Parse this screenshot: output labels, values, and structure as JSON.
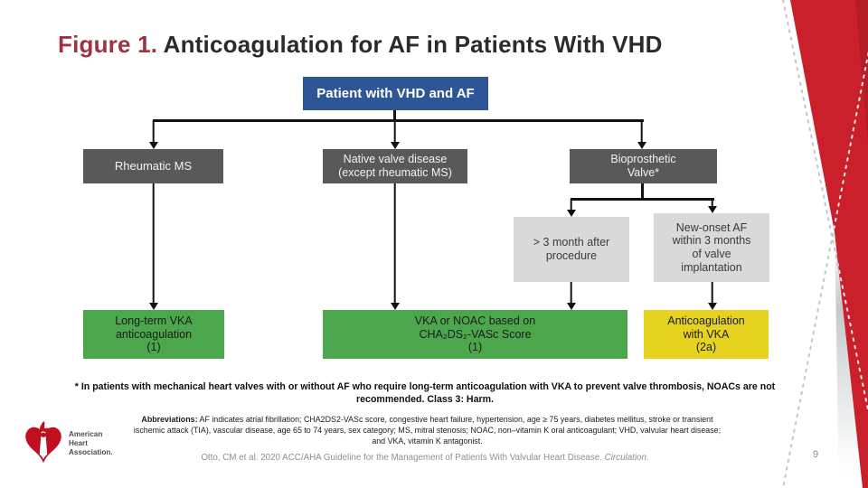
{
  "slide": {
    "title_prefix": "Figure 1.",
    "title_text": " Anticoagulation for AF in Patients With VHD",
    "page_number": "9",
    "footnote": "* In patients with mechanical heart valves with or without AF who require long-term anticoagulation with VKA to prevent valve thrombosis, NOACs are not recommended. Class 3: Harm.",
    "abbreviations_label": "Abbreviations:",
    "abbreviations_text": " AF indicates atrial fibrillation; CHA2DS2-VASc score, congestive heart failure, hypertension, age ≥ 75 years, diabetes mellitus, stroke or transient ischemic attack (TIA), vascular disease, age 65 to 74 years, sex category; MS, mitral stenosis; NOAC, non–vitamin K oral anticoagulant; VHD, valvular heart disease; and VKA, vitamin K antagonist.",
    "citation_text": "Otto, CM et al. 2020 ACC/AHA Guideline for the Management of Patients With Valvular Heart Disease. ",
    "citation_journal": "Circulation.",
    "logo": {
      "line1": "American",
      "line2": "Heart",
      "line3": "Association."
    }
  },
  "flowchart": {
    "root": {
      "label": "Patient with VHD and AF"
    },
    "rheumatic": {
      "label": "Rheumatic MS"
    },
    "native": {
      "line1": "Native valve disease",
      "line2": "(except rheumatic MS)"
    },
    "bioprosthetic": {
      "line1": "Bioprosthetic",
      "line2": "Valve*"
    },
    "month3": {
      "line1": "> 3 month after",
      "line2": "procedure"
    },
    "newonset": {
      "line1": "New-onset AF",
      "line2": "within 3 months",
      "line3": "of valve",
      "line4": "implantation"
    },
    "vka_longterm": {
      "line1": "Long-term VKA",
      "line2": "anticoagulation",
      "line3": "(1)"
    },
    "vka_noac": {
      "line1": "VKA or NOAC based on",
      "line2": "CHA₂DS₂-VASc Score",
      "line3": "(1)"
    },
    "vka_2a": {
      "line1": "Anticoagulation",
      "line2": "with VKA",
      "line3": "(2a)"
    }
  },
  "colors": {
    "blue": "#2E5696",
    "box_dark_gray": "#595959",
    "box_light_gray": "#D9D9D9",
    "green": "#4CA64C",
    "yellow": "#E5D320",
    "ribbon_red": "#C9202B",
    "title_red": "#9E3240",
    "logo_red": "#C10E21",
    "text_dark": "#2B2B2B",
    "muted": "#8F8F8F"
  }
}
